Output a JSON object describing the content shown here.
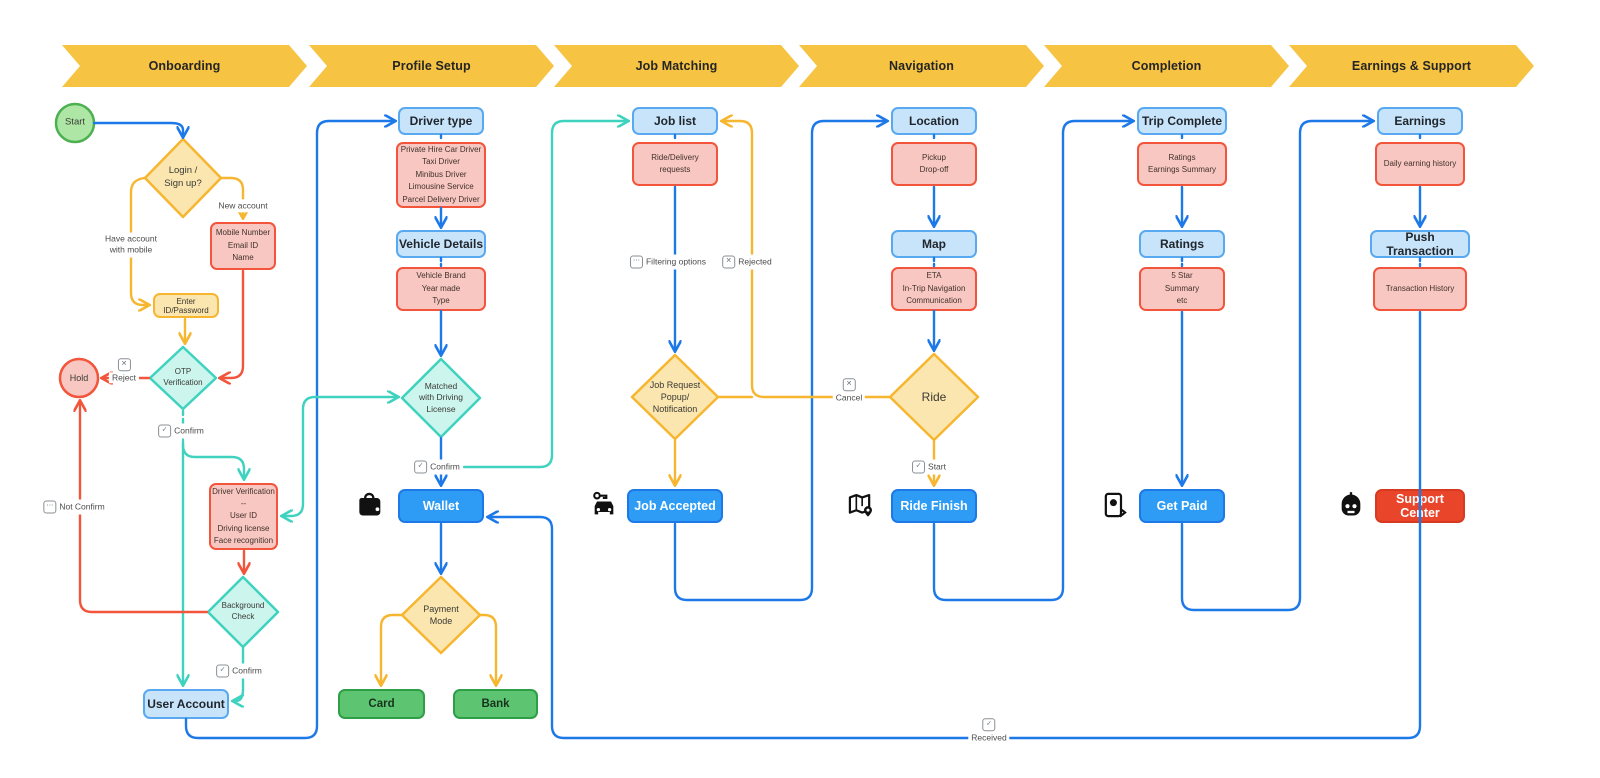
{
  "banner": {
    "phases": [
      {
        "label": "Onboarding"
      },
      {
        "label": "Profile Setup"
      },
      {
        "label": "Job Matching"
      },
      {
        "label": "Navigation"
      },
      {
        "label": "Completion"
      },
      {
        "label": "Earnings & Support"
      }
    ]
  },
  "onboarding": {
    "start": "Start",
    "login_decision": "Login /\nSign up?",
    "label_new_account": "New account",
    "label_have_account": "Have account\nwith mobile",
    "mobile_info": "Mobile Number\nEmail ID\nName",
    "enter_id": "Enter ID/Password",
    "otp_decision": "OTP\nVerification",
    "hold": "Hold",
    "label_reject": "Reject",
    "label_confirm_otp": "Confirm",
    "label_not_confirm": "Not Confirm",
    "driver_verification": "Driver Verification\n--\nUser ID\nDriving license\nFace recognition",
    "background_check": "Background\nCheck",
    "label_confirm_bg": "Confirm",
    "user_account": "User Account"
  },
  "profile_setup": {
    "driver_type": "Driver type",
    "driver_type_options": "Private Hire Car Driver\nTaxi Driver\nMinibus Driver\nLimousine Service\nParcel Delivery Driver",
    "vehicle_details": "Vehicle Details",
    "vehicle_info": "Vehicle Brand\nYear made\nType",
    "matched_decision": "Matched\nwith Driving\nLicense",
    "label_confirm": "Confirm",
    "wallet": "Wallet",
    "payment_mode": "Payment\nMode",
    "card": "Card",
    "bank": "Bank"
  },
  "job_matching": {
    "job_list": "Job list",
    "ride_delivery": "Ride/Delivery\nrequests",
    "label_filtering": "Filtering options",
    "label_rejected": "Rejected",
    "job_request": "Job Request\nPopup/\nNotification",
    "job_accepted": "Job Accepted"
  },
  "navigation": {
    "location": "Location",
    "pickup_dropoff": "Pickup\nDrop-off",
    "map": "Map",
    "eta": "ETA\nIn-Trip Navigation\nCommunication",
    "ride_decision": "Ride",
    "label_cancel": "Cancel",
    "label_start": "Start",
    "ride_finish": "Ride Finish"
  },
  "completion": {
    "trip_complete": "Trip Complete",
    "ratings_summary": "Ratings\nEarnings Summary",
    "ratings": "Ratings",
    "five_star": "5 Star\nSummary\netc",
    "get_paid": "Get Paid"
  },
  "earnings_support": {
    "earnings": "Earnings",
    "daily_history": "Daily earning history",
    "push_transaction": "Push Transaction",
    "transaction_history": "Transaction History",
    "support_center": "Support Center",
    "label_received": "Received"
  },
  "icons": {
    "check_glyph": "✓",
    "x_glyph": "✕",
    "dots_glyph": "⋯"
  },
  "colors": {
    "banner": "#f6c343",
    "blue_line": "#1d79e8",
    "teal_line": "#3ed2bf",
    "yellow_line": "#f6b62f",
    "red_line": "#f2553c",
    "blue_box_fill": "#c8e4fb",
    "red_box_fill": "#f9c7c1",
    "teal_diamond_fill": "#ccf5ee",
    "yellow_diamond_fill": "#fbe6b0",
    "green_box_fill": "#5dc571",
    "action_blue_fill": "#2e9cf4",
    "support_red_fill": "#e9452a",
    "start_green_fill": "#aee6a6"
  }
}
